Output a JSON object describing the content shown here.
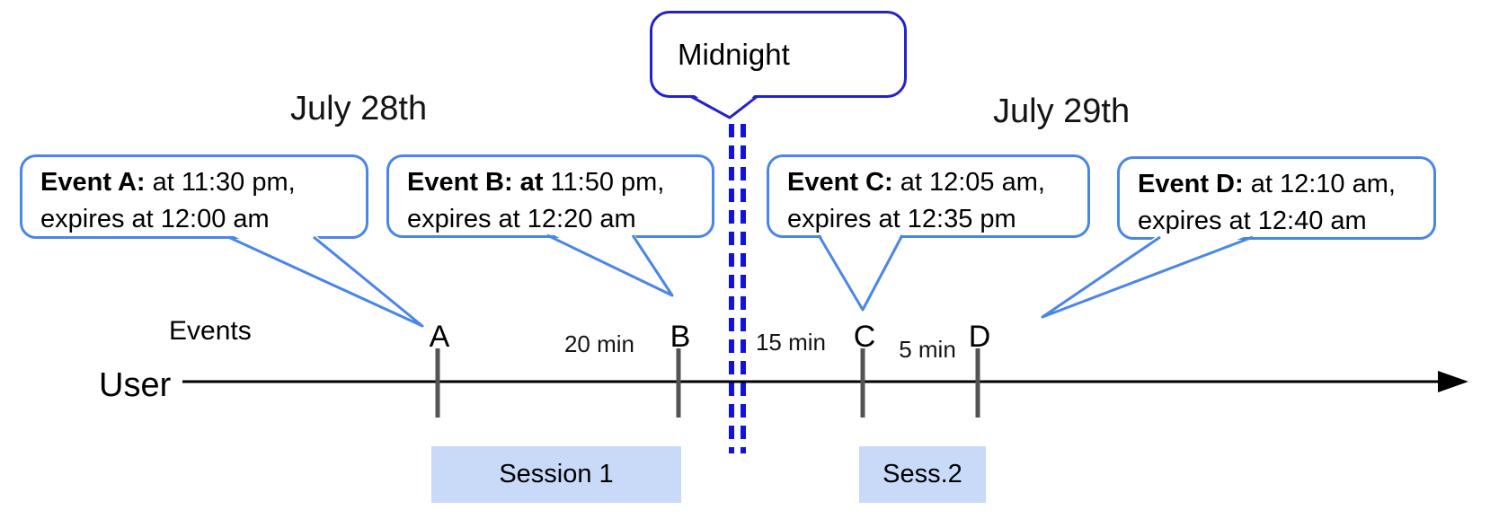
{
  "days": {
    "left": "July 28th",
    "right": "July 29th"
  },
  "midnight": {
    "label": "Midnight"
  },
  "callouts": [
    {
      "id": "A",
      "bold": "Event A:",
      "rest": " at 11:30 pm,",
      "line2": "expires at 12:00 am"
    },
    {
      "id": "B",
      "bold": "Event B: at",
      "rest": " 11:50 pm,",
      "line2": "expires at 12:20 am"
    },
    {
      "id": "C",
      "bold": "Event C:",
      "rest": " at 12:05 am,",
      "line2": "expires at 12:35 pm"
    },
    {
      "id": "D",
      "bold": "Event D:",
      "rest": " at 12:10 am,",
      "line2": "expires at 12:40 am"
    }
  ],
  "timeline": {
    "axis_label": "Events",
    "actor_label": "User",
    "ticks": [
      "A",
      "B",
      "C",
      "D"
    ],
    "gaps": [
      "20 min",
      "15 min",
      "5 min"
    ],
    "sessions": [
      "Session 1",
      "Sess.2"
    ]
  },
  "colors": {
    "event_callout_border": "#4a86e8",
    "midnight_callout_border": "#2222cc",
    "midnight_dashed_line": "#1111e0",
    "session_fill": "#c9daf8",
    "tick_color": "#545454",
    "timeline_color": "#000000"
  }
}
